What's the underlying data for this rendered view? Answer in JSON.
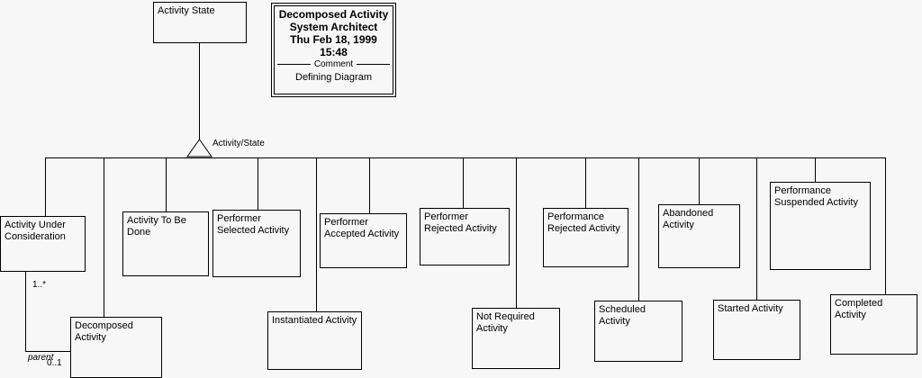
{
  "diagram": {
    "title_block": {
      "heading": "Decomposed Activity\nSystem Architect\nThu Feb 18, 1999\n15:48",
      "section_label": "Comment",
      "comment": "Defining Diagram"
    },
    "superclass": {
      "name": "Activity State"
    },
    "generalization": {
      "discriminator_label": "Activity/State",
      "icon": "generalization-triangle-icon"
    },
    "association": {
      "source_multiplicity": "1..*",
      "target_role": "parent",
      "target_multiplicity": "0..1"
    },
    "subclasses": [
      {
        "name": "Activity Under\nConsideration"
      },
      {
        "name": "Activity To Be\nDone"
      },
      {
        "name": "Performer\nSelected Activity"
      },
      {
        "name": "Performer\nAccepted Activity"
      },
      {
        "name": "Performer\nRejected Activity"
      },
      {
        "name": "Performance\nRejected Activity"
      },
      {
        "name": "Abandoned\nActivity"
      },
      {
        "name": "Performance\nSuspended Activity"
      },
      {
        "name": "Instantiated Activity"
      },
      {
        "name": "Not Required\nActivity"
      },
      {
        "name": "Scheduled Activity"
      },
      {
        "name": "Started Activity"
      },
      {
        "name": "Completed Activity"
      },
      {
        "name": "Decomposed\nActivity"
      }
    ],
    "colors": {
      "background": "#f7f7f7",
      "stroke": "#000000",
      "box_fill": "#f7f7f7",
      "text": "#000000"
    }
  }
}
